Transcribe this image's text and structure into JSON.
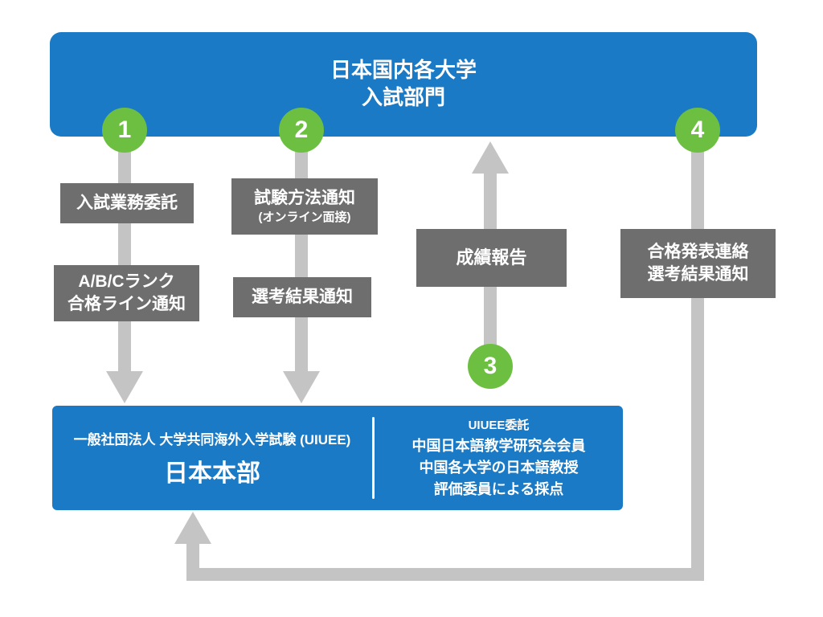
{
  "colors": {
    "blue": "#1a7ac5",
    "green": "#6dbf41",
    "graybox": "#6e6e6e",
    "arrow": "#c4c4c4"
  },
  "banner": {
    "line1": "日本国内各大学",
    "line2": "入試部門"
  },
  "badges": {
    "b1": "1",
    "b2": "2",
    "b3": "3",
    "b4": "4"
  },
  "flow1": {
    "box1": "入試業務委託",
    "box2_line1": "A/B/Cランク",
    "box2_line2": "合格ライン通知"
  },
  "flow2": {
    "box1_line1": "試験方法通知",
    "box1_line2": "(オンライン面接)",
    "box2": "選考結果通知"
  },
  "flow3": {
    "box1": "成績報告"
  },
  "flow4": {
    "box1_line1": "合格発表連絡",
    "box1_line2": "選考結果通知"
  },
  "headquarters": {
    "org_line": "一般社団法人 大学共同海外入学試験 (UIUEE)",
    "name": "日本本部",
    "committee_line1": "UIUEE委託",
    "committee_line2": "中国日本語教学研究会会員",
    "committee_line3": "中国各大学の日本語教授",
    "committee_line4": "評価委員による採点"
  }
}
